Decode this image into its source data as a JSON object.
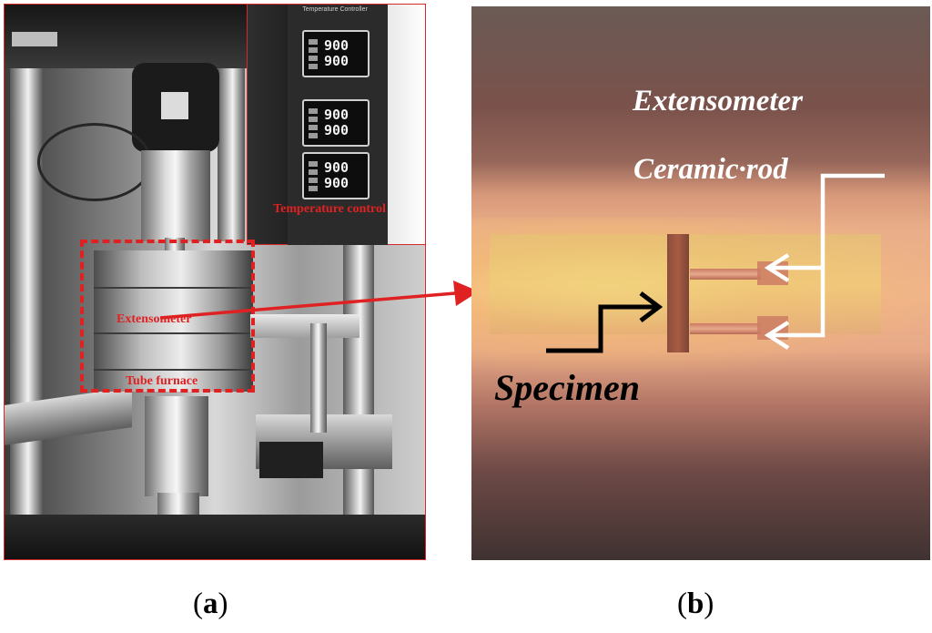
{
  "panel_a": {
    "controller": {
      "brand": "Temperature Controller",
      "units": [
        {
          "top_value": "900",
          "bottom_value": "900"
        },
        {
          "top_value": "900",
          "bottom_value": "900"
        },
        {
          "top_value": "900",
          "bottom_value": "900"
        }
      ]
    },
    "labels": {
      "temperature_control": "Temperature control",
      "extensometer": "Extensometer",
      "tube_furnace": "Tube furnace"
    },
    "annotation_color": "#e02121",
    "caption_open": "(",
    "caption_letter": "a",
    "caption_close": ")"
  },
  "panel_b": {
    "labels": {
      "extensometer": "Extensometer",
      "ceramic_rod": "Ceramic·rod",
      "specimen": "Specimen"
    },
    "caption_open": "(",
    "caption_letter": "b",
    "caption_close": ")"
  }
}
